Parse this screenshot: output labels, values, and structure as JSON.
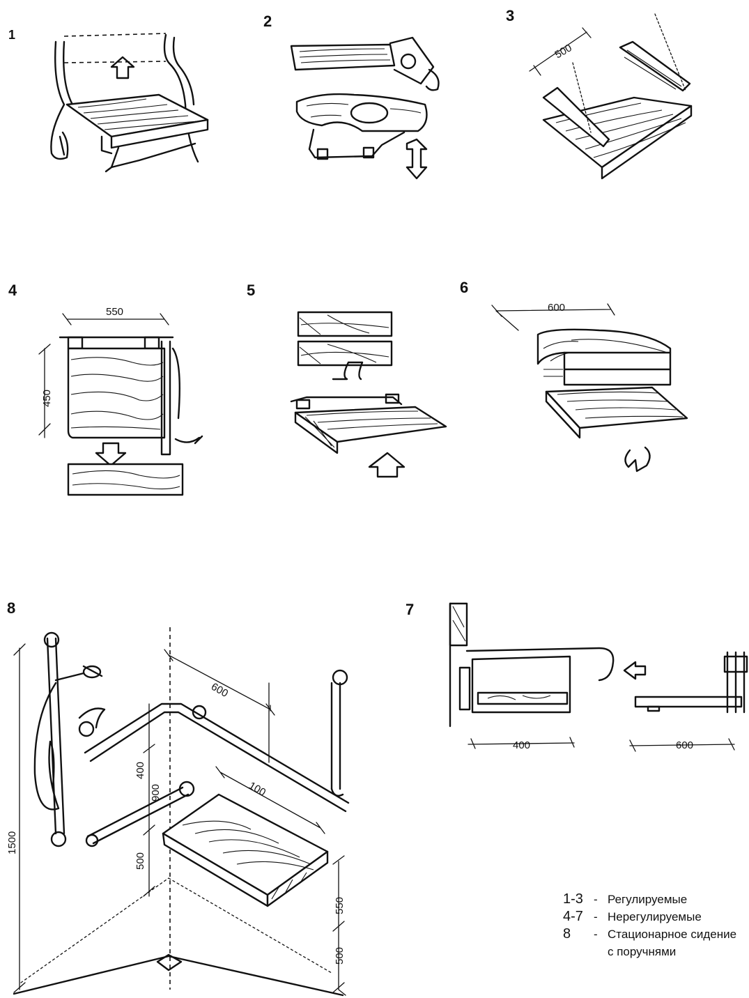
{
  "figures": [
    {
      "id": "1",
      "label": "1"
    },
    {
      "id": "2",
      "label": "2"
    },
    {
      "id": "3",
      "label": "3"
    },
    {
      "id": "4",
      "label": "4"
    },
    {
      "id": "5",
      "label": "5"
    },
    {
      "id": "6",
      "label": "6"
    },
    {
      "id": "7",
      "label": "7"
    },
    {
      "id": "8",
      "label": "8"
    }
  ],
  "dimensions": {
    "fig3_width": "500",
    "fig4_width": "550",
    "fig4_height": "450",
    "fig6_width": "600",
    "fig7_left_width": "400",
    "fig7_right_width": "600",
    "fig8_top": "600",
    "fig8_seat_depth": "100",
    "fig8_rail_spacing": "400",
    "fig8_rail_height": "900",
    "fig8_lower": "500",
    "fig8_total_height": "1500",
    "fig8_seat_height": "550",
    "fig8_floor_offset": "500"
  },
  "legend": [
    {
      "range": "1-3",
      "sep": "-",
      "text": "Регулируемые"
    },
    {
      "range": "4-7",
      "sep": "-",
      "text": "Нерегулируемые"
    },
    {
      "range": "8",
      "sep": "-",
      "text": "Стационарное сидение с поручнями"
    }
  ]
}
